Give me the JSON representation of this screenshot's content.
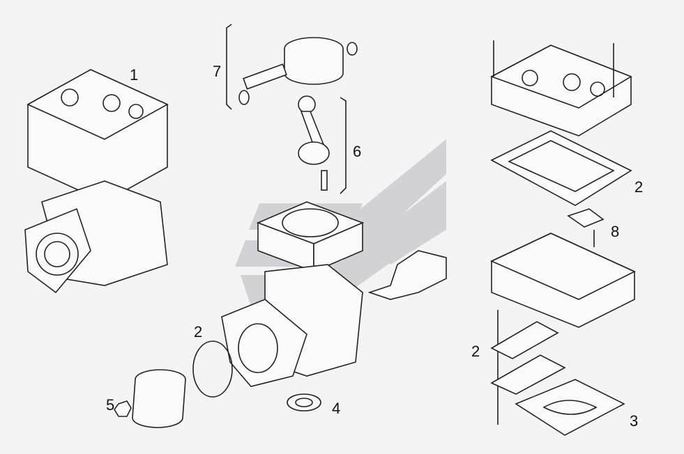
{
  "colors": {
    "background": "#f4f4f4",
    "line": "#222222",
    "watermark": "#d2d2d6"
  },
  "callouts": [
    {
      "id": "c1",
      "text": "1"
    },
    {
      "id": "c2a",
      "text": "2"
    },
    {
      "id": "c2b",
      "text": "2"
    },
    {
      "id": "c2c",
      "text": "2"
    },
    {
      "id": "c3",
      "text": "3"
    },
    {
      "id": "c4",
      "text": "4"
    },
    {
      "id": "c5",
      "text": "5"
    },
    {
      "id": "c6",
      "text": "6"
    },
    {
      "id": "c7",
      "text": "7"
    },
    {
      "id": "c8",
      "text": "8"
    }
  ]
}
